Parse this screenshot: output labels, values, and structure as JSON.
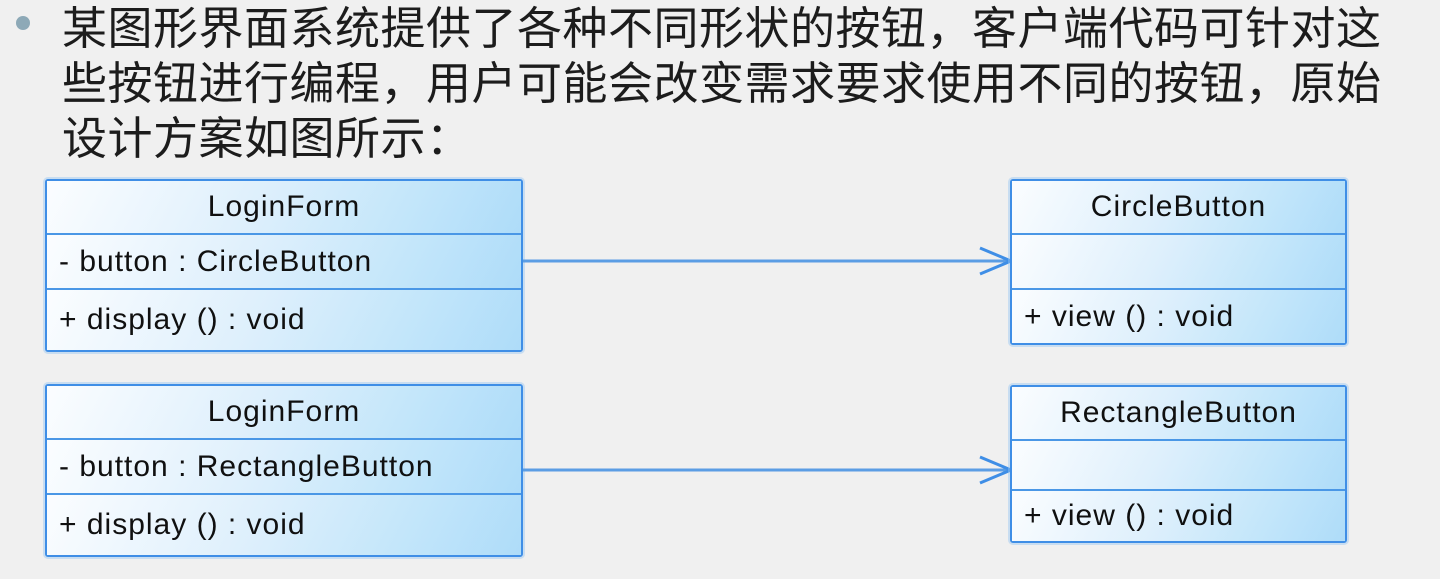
{
  "page": {
    "background_color": "#f0f0f0",
    "text_color": "#1c1c1c",
    "accent_color": "#3f8ee6",
    "bullet_color": "#8da9b7",
    "box_fill_light": "#fbfdff",
    "box_fill_dark": "#aedcf9"
  },
  "intro": {
    "bullet_icon": "circle-bullet",
    "lines": [
      "某图形界面系统提供了各种不同形状的按钮，客户端代码可针对这",
      "些按钮进行编程，用户可能会改变需求要求使用不同的按钮，原始",
      "设计方案如图所示："
    ]
  },
  "diagram": {
    "type": "uml-class-diagram",
    "classes": [
      {
        "id": "loginform-circle",
        "name": "LoginForm",
        "attributes": [
          "- button : CircleButton"
        ],
        "operations": [
          "+ display () : void"
        ]
      },
      {
        "id": "circlebutton",
        "name": "CircleButton",
        "attributes": [],
        "operations": [
          "+ view () : void"
        ]
      },
      {
        "id": "loginform-rectangle",
        "name": "LoginForm",
        "attributes": [
          "- button : RectangleButton"
        ],
        "operations": [
          "+ display () : void"
        ]
      },
      {
        "id": "rectanglebutton",
        "name": "RectangleButton",
        "attributes": [],
        "operations": [
          "+ view () : void"
        ]
      }
    ],
    "relations": [
      {
        "from": "LoginForm",
        "to": "CircleButton",
        "style": "open-arrow"
      },
      {
        "from": "LoginForm",
        "to": "RectangleButton",
        "style": "open-arrow"
      }
    ]
  }
}
